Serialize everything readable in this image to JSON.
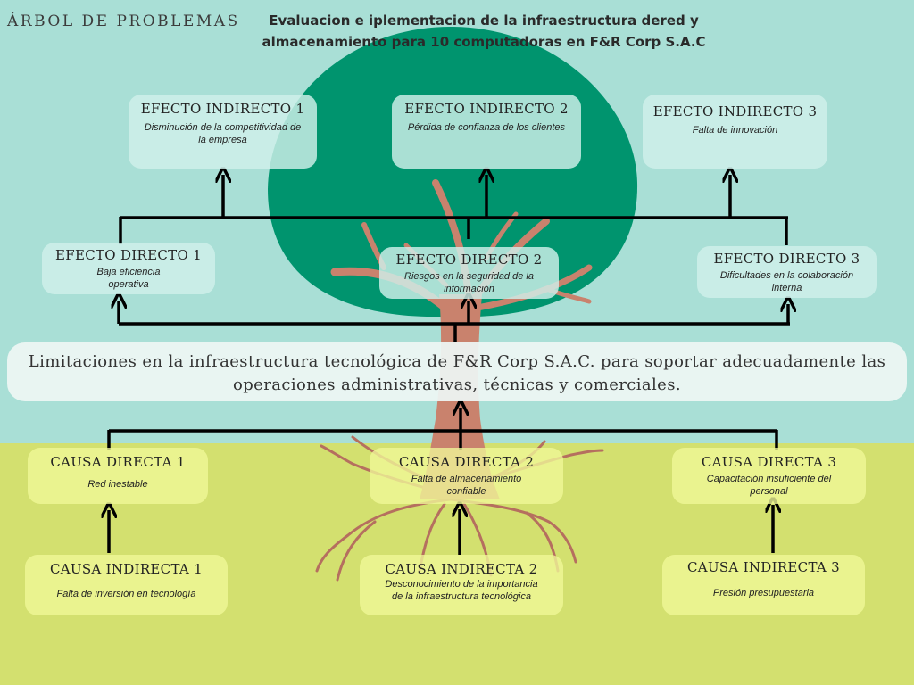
{
  "colors": {
    "sky": "#a9dfd6",
    "ground": "#d3e06f",
    "canopy": "#00946e",
    "trunk": "#c9826d",
    "effect_box": "#d2f1eb",
    "cause_box": "#eef895",
    "connector": "#000000"
  },
  "brand": "ÁRBOL DE PROBLEMAS",
  "title": "Evaluacion e iplementacion de la infraestructura dered y almacenamiento para 10 computadoras en F&R Corp S.A.C",
  "indirect_effects": [
    {
      "title": "EFECTO INDIRECTO 1",
      "text": "Disminución de la competitividad de la empresa"
    },
    {
      "title": "EFECTO INDIRECTO 2",
      "text": "Pérdida de confianza de los clientes"
    },
    {
      "title": "EFECTO INDIRECTO 3",
      "text": "Falta de innovación"
    }
  ],
  "direct_effects": [
    {
      "title": "EFECTO DIRECTO 1",
      "text": "Baja eficiencia operativa"
    },
    {
      "title": "EFECTO DIRECTO 2",
      "text": "Riesgos en la seguridad de la información"
    },
    {
      "title": "EFECTO DIRECTO 3",
      "text": "Dificultades en la colaboración interna"
    }
  ],
  "problem": "Limitaciones en la infraestructura tecnológica de F&R Corp S.A.C. para soportar adecuadamente las operaciones administrativas, técnicas y comerciales.",
  "direct_causes": [
    {
      "title": "CAUSA DIRECTA 1",
      "text": "Red inestable"
    },
    {
      "title": "CAUSA DIRECTA 2",
      "text": "Falta de almacenamiento confiable"
    },
    {
      "title": "CAUSA DIRECTA 3",
      "text": "Capacitación insuficiente del personal"
    }
  ],
  "indirect_causes": [
    {
      "title": "CAUSA INDIRECTA 1",
      "text": "Falta de inversión en tecnología"
    },
    {
      "title": "CAUSA INDIRECTA 2",
      "text": "Desconocimiento de la importancia de la infraestructura tecnológica"
    },
    {
      "title": "CAUSA INDIRECTA 3",
      "text": "Presión presupuestaria"
    }
  ]
}
